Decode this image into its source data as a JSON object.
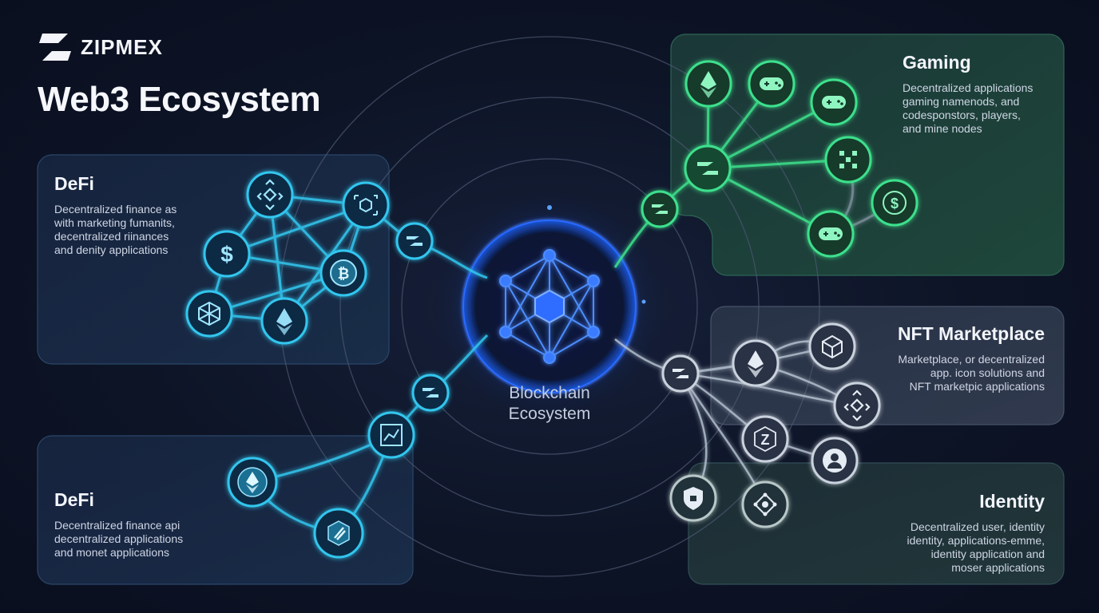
{
  "brand": {
    "name": "ZIPMEX",
    "logo_icon": "zipmex-logo-icon"
  },
  "title": "Web3 Ecosystem",
  "center": {
    "label_line1": "Blockchain",
    "label_line2": "Ecosystem",
    "icon": "cube-network-icon"
  },
  "panels": {
    "defi_top": {
      "title": "DeFi",
      "lines": [
        "Decentralized finance as",
        "with marketing fumanits,",
        "decentralized riinances",
        "and denity applications"
      ],
      "color": "#38c8f0"
    },
    "defi_bottom": {
      "title": "DeFi",
      "lines": [
        "Decentralized finance api",
        "decentralized applications",
        "and monet applications"
      ],
      "color": "#38c8f0"
    },
    "gaming": {
      "title": "Gaming",
      "lines": [
        "Decentralized applications",
        "gaming namenods, and",
        "codesponstors, players,",
        "and mine nodes"
      ],
      "color": "#3ee08c"
    },
    "nft": {
      "title": "NFT Marketplace",
      "lines": [
        "Marketplace, or decentralized",
        "app. icon solutions and",
        "NFT marketpic applications"
      ],
      "color": "#c9d2dd"
    },
    "identity": {
      "title": "Identity",
      "lines": [
        "Decentralized user, identity",
        "identity, applications-emme,",
        "identity application and",
        "moser applications"
      ],
      "color": "#b8c8c8"
    }
  },
  "colors": {
    "background": "#0d1426",
    "defi": "#38c8f0",
    "gaming": "#3ee08c",
    "nft": "#c9d2dd",
    "center": "#2f7dff"
  }
}
